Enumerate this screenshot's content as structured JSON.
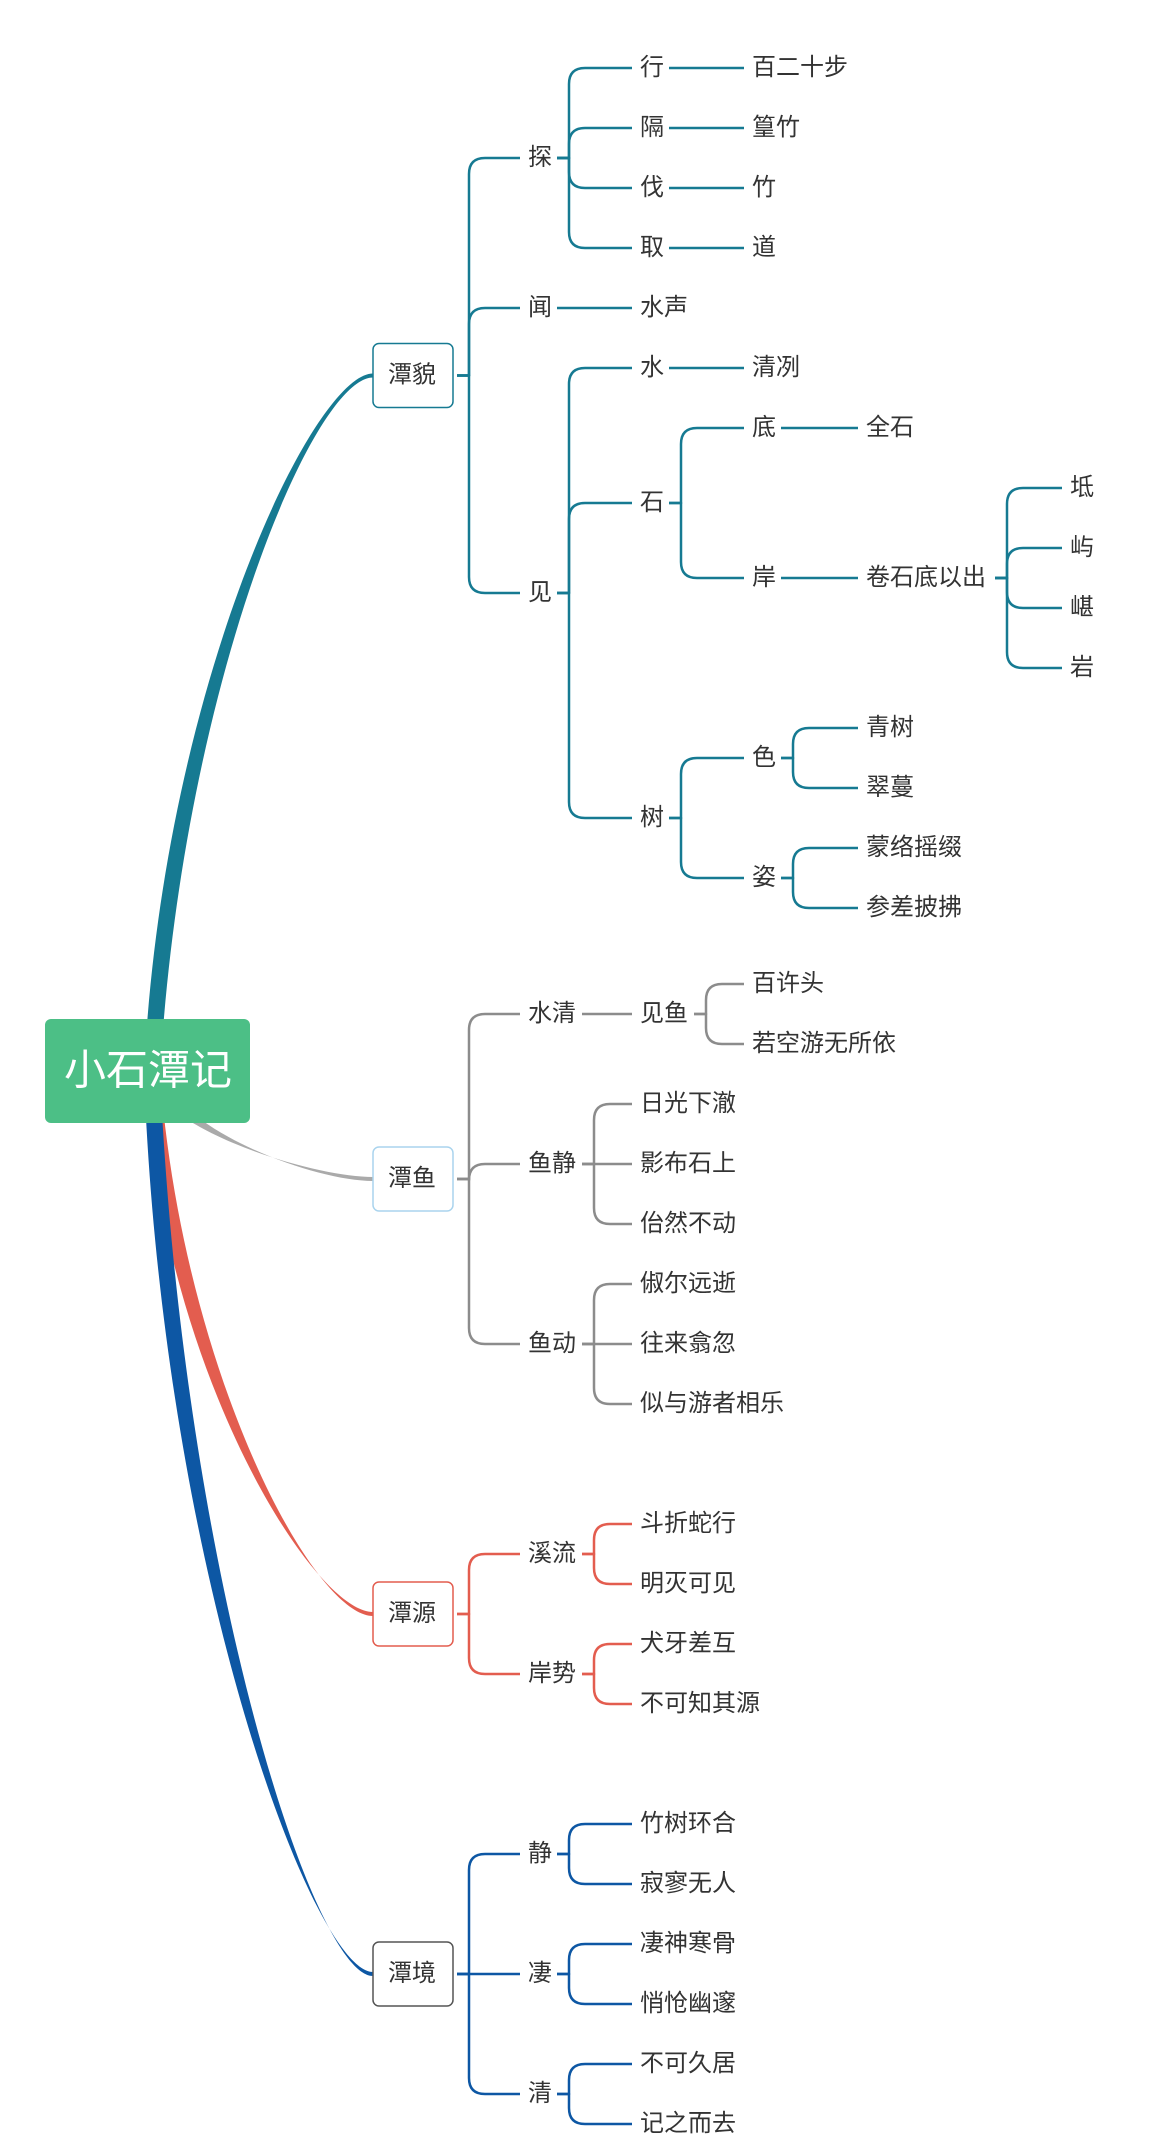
{
  "title": "小石潭记",
  "colors": {
    "root": "#4cbf86",
    "text": "#333333",
    "branch_teal": "#167a92",
    "branch_gray": "#8c8c8c",
    "branch_gray_thick": "#aaaaaa",
    "branch_red": "#e35d4f",
    "branch_blue": "#0d57a4",
    "box_fish": "#aad4ee",
    "box_env": "#555555"
  },
  "branches": [
    {
      "label": "潭貌",
      "children": [
        {
          "label": "探",
          "children": [
            {
              "label": "行",
              "children": [
                {
                  "label": "百二十步"
                }
              ]
            },
            {
              "label": "隔",
              "children": [
                {
                  "label": "篁竹"
                }
              ]
            },
            {
              "label": "伐",
              "children": [
                {
                  "label": "竹"
                }
              ]
            },
            {
              "label": "取",
              "children": [
                {
                  "label": "道"
                }
              ]
            }
          ]
        },
        {
          "label": "闻",
          "children": [
            {
              "label": "水声"
            }
          ]
        },
        {
          "label": "见",
          "children": [
            {
              "label": "水",
              "children": [
                {
                  "label": "清冽"
                }
              ]
            },
            {
              "label": "石",
              "children": [
                {
                  "label": "底",
                  "children": [
                    {
                      "label": "全石"
                    }
                  ]
                },
                {
                  "label": "岸",
                  "children": [
                    {
                      "label": "卷石底以出",
                      "children": [
                        {
                          "label": "坻"
                        },
                        {
                          "label": "屿"
                        },
                        {
                          "label": "嵁"
                        },
                        {
                          "label": "岩"
                        }
                      ]
                    }
                  ]
                }
              ]
            },
            {
              "label": "树",
              "children": [
                {
                  "label": "色",
                  "children": [
                    {
                      "label": "青树"
                    },
                    {
                      "label": "翠蔓"
                    }
                  ]
                },
                {
                  "label": "姿",
                  "children": [
                    {
                      "label": "蒙络摇缀"
                    },
                    {
                      "label": "参差披拂"
                    }
                  ]
                }
              ]
            }
          ]
        }
      ]
    },
    {
      "label": "潭鱼",
      "children": [
        {
          "label": "水清",
          "children": [
            {
              "label": "见鱼",
              "children": [
                {
                  "label": "百许头"
                },
                {
                  "label": "若空游无所依"
                }
              ]
            }
          ]
        },
        {
          "label": "鱼静",
          "children": [
            {
              "label": "日光下澈"
            },
            {
              "label": "影布石上"
            },
            {
              "label": "佁然不动"
            }
          ]
        },
        {
          "label": "鱼动",
          "children": [
            {
              "label": "俶尔远逝"
            },
            {
              "label": "往来翕忽"
            },
            {
              "label": "似与游者相乐"
            }
          ]
        }
      ]
    },
    {
      "label": "潭源",
      "children": [
        {
          "label": "溪流",
          "children": [
            {
              "label": "斗折蛇行"
            },
            {
              "label": "明灭可见"
            }
          ]
        },
        {
          "label": "岸势",
          "children": [
            {
              "label": "犬牙差互"
            },
            {
              "label": "不可知其源"
            }
          ]
        }
      ]
    },
    {
      "label": "潭境",
      "children": [
        {
          "label": "静",
          "children": [
            {
              "label": "竹树环合"
            },
            {
              "label": "寂寥无人"
            }
          ]
        },
        {
          "label": "凄",
          "children": [
            {
              "label": "凄神寒骨"
            },
            {
              "label": "悄怆幽邃"
            }
          ]
        },
        {
          "label": "清",
          "children": [
            {
              "label": "不可久居"
            },
            {
              "label": "记之而去"
            }
          ]
        }
      ]
    }
  ]
}
